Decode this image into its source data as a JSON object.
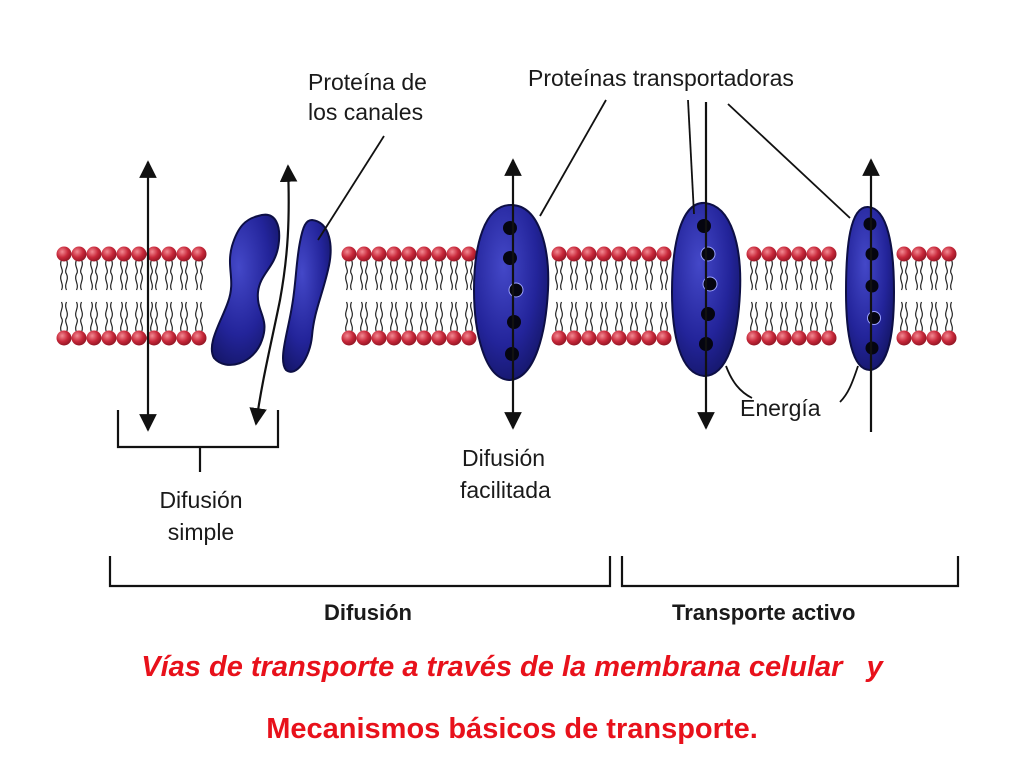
{
  "labels": {
    "channel_protein": [
      "Proteína de",
      "los canales"
    ],
    "carrier_proteins": "Proteínas transportadoras",
    "simple_diffusion": [
      "Difusión",
      "simple"
    ],
    "facilitated_diffusion": [
      "Difusión",
      "facilitada"
    ],
    "energy": "Energía",
    "diffusion": "Difusión",
    "active_transport": "Transporte activo"
  },
  "caption": {
    "line1": "Vías de transporte a través de la membrana celular   y",
    "line2": "Mecanismos básicos de transporte."
  },
  "colors": {
    "phospholipid_head": "#c8283a",
    "protein": "#23249a",
    "caption_text": "#e8111b",
    "ink": "#1a1a1a"
  }
}
